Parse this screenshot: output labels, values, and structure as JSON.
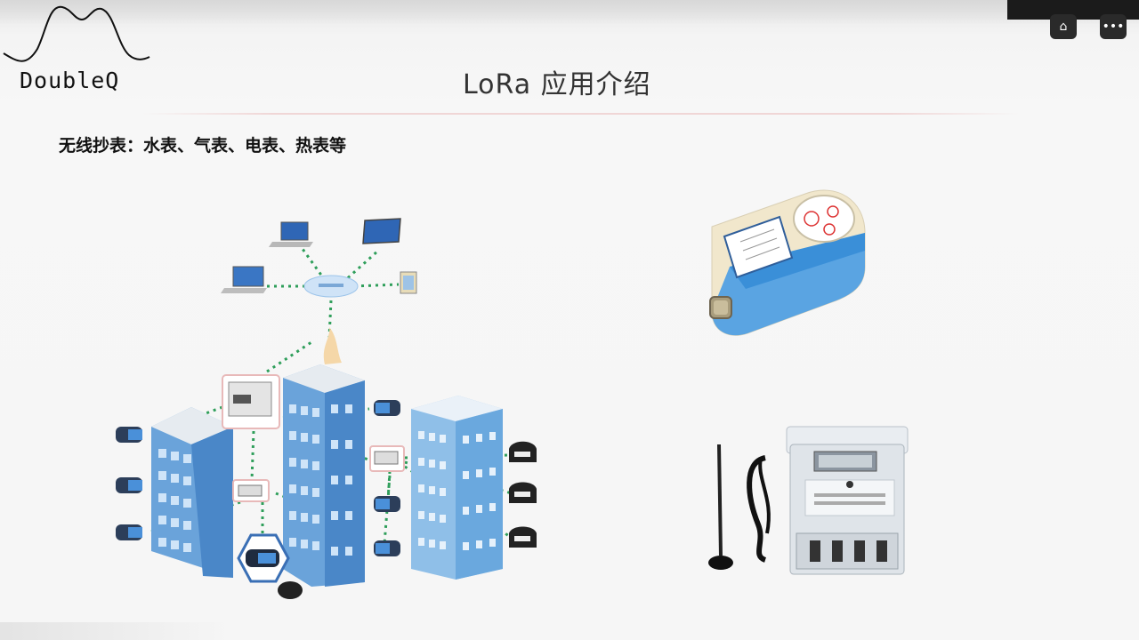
{
  "header": {
    "logo_text": "DoubleQ",
    "title": "LoRa 应用介绍"
  },
  "content": {
    "subtitle": "无线抄表：水表、气表、电表、热表等"
  },
  "controls": {
    "home_glyph": "⌂",
    "more_glyph": "•••"
  },
  "colors": {
    "link_dotted": "#2e9e5a",
    "building_blue": "#5b9ad6",
    "meter_blue": "#3a8fd8"
  }
}
